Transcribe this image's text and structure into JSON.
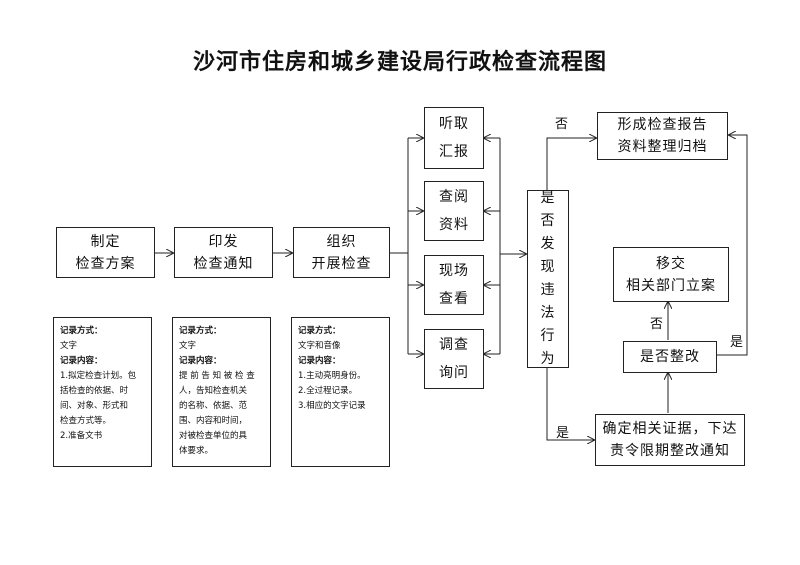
{
  "title": "沙河市住房和城乡建设局行政检查流程图",
  "steps": {
    "plan": [
      "制定",
      "检查方案"
    ],
    "notice": [
      "印发",
      "检查通知"
    ],
    "organize": [
      "组织",
      "开展检查"
    ]
  },
  "methods": {
    "listen": [
      "听取",
      "汇报"
    ],
    "review": [
      "查阅",
      "资料"
    ],
    "site": [
      "现场",
      "查看"
    ],
    "inquire": [
      "调查",
      "询问"
    ]
  },
  "decision": [
    "是",
    "否",
    "发",
    "现",
    "违",
    "法",
    "行",
    "为"
  ],
  "report": [
    "形成检查报告",
    "资料整理归档"
  ],
  "transfer": [
    "移交",
    "相关部门立案"
  ],
  "rectify_check": "是否整改",
  "evidence": [
    "确定相关证据，下达",
    "责令限期整改通知"
  ],
  "edge_labels": {
    "no_top": "否",
    "yes_bottom": "是",
    "no_mid": "否",
    "yes_right": "是"
  },
  "notes": {
    "plan": {
      "method_label": "记录方式：",
      "method": "文字",
      "content_label": "记录内容：",
      "lines": [
        "1.拟定检查计划。包",
        "括检查的依据、时",
        "间、对象、形式和",
        "检查方式等。",
        "2.准备文书"
      ]
    },
    "notice": {
      "method_label": "记录方式：",
      "method": "文字",
      "content_label": "记录内容：",
      "lines": [
        "提 前 告 知 被 检 查",
        "人，告知检查机关",
        "的名称、依据、范",
        "围、内容和时间，",
        "对被检查单位的具",
        "体要求。"
      ]
    },
    "organize": {
      "method_label": "记录方式：",
      "method": "文字和音像",
      "content_label": "记录内容：",
      "lines": [
        "1.主动亮明身份。",
        "2.全过程记录。",
        "3.相应的文字记录"
      ]
    }
  }
}
